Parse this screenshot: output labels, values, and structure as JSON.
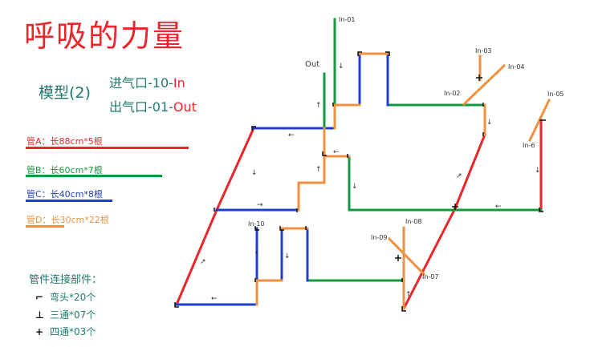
{
  "title": "呼吸的力量",
  "model": "模型(2)",
  "inlet": {
    "prefix": "进气口-10-",
    "value": "In"
  },
  "outlet": {
    "prefix": "出气口-01-",
    "value": "Out"
  },
  "pipes": [
    {
      "label": "管A：长88cm*5根",
      "color": "#e8262b"
    },
    {
      "label": "管B：长60cm*7根",
      "color": "#139a3f"
    },
    {
      "label": "管C：长40cm*8根",
      "color": "#1f3fcf"
    },
    {
      "label": "管D：长30cm*22根",
      "color": "#f0913f"
    }
  ],
  "connectors_title": "管件连接部件：",
  "connectors": [
    {
      "symbol": "⌐",
      "label": "弯头*20个"
    },
    {
      "symbol": "⊥",
      "label": "三通*07个"
    },
    {
      "symbol": "+",
      "label": "四通*03个"
    }
  ],
  "node_labels": {
    "in01": "In-01",
    "out": "Out",
    "in02": "In-02",
    "in03": "In-03",
    "in04": "In-04",
    "in05": "In-05",
    "in6": "In-6",
    "in08": "In-08",
    "in09": "In-09",
    "in10": "In-10",
    "in07": "In-07"
  }
}
